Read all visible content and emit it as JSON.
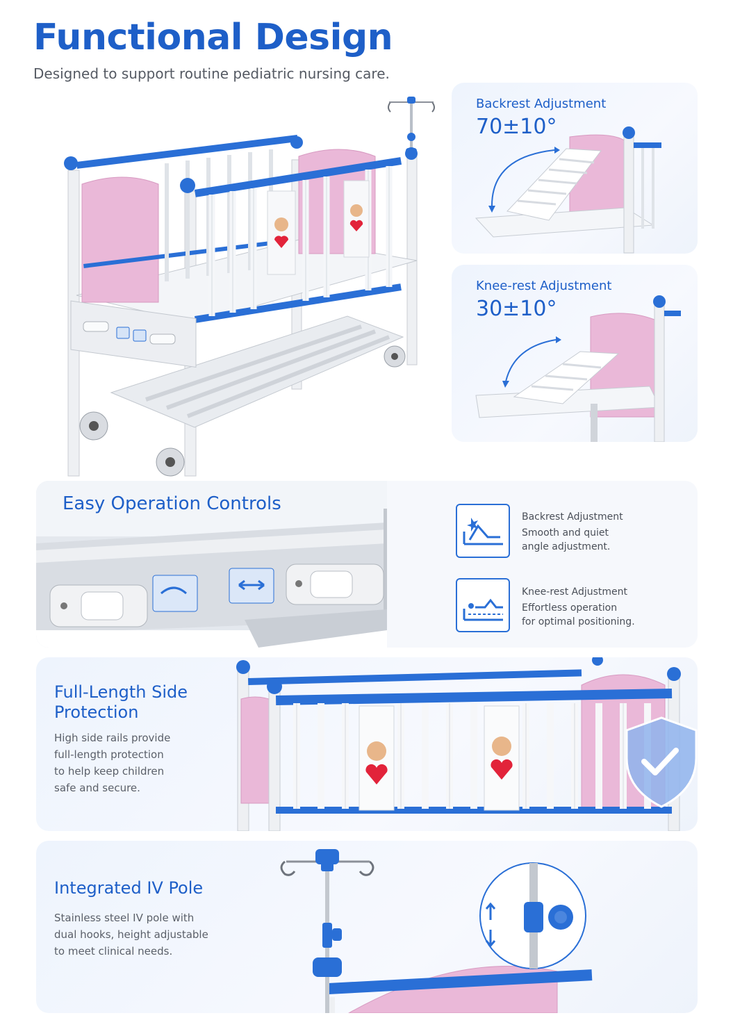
{
  "header": {
    "title": "Functional Design",
    "subtitle": "Designed to support routine pediatric nursing care."
  },
  "backrest_card": {
    "label": "Backrest Adjustment",
    "value": "70±10°"
  },
  "kneerest_card": {
    "label": "Knee-rest Adjustment",
    "value": "30±10°"
  },
  "controls": {
    "title": "Easy Operation Controls",
    "items": [
      {
        "title": "Backrest Adjustment",
        "line1": "Smooth and quiet",
        "line2": "angle adjustment."
      },
      {
        "title": "Knee-rest Adjustment",
        "line1": "Effortless operation",
        "line2": "for optimal positioning."
      }
    ]
  },
  "side_protection": {
    "title_line1": "Full-Length Side",
    "title_line2": "Protection",
    "lines": [
      "High side rails provide",
      "full-length protection",
      "to help keep children",
      "safe and secure."
    ]
  },
  "iv_pole": {
    "title": "Integrated IV Pole",
    "lines": [
      "Stainless steel IV pole with",
      "dual hooks, height adjustable",
      "to meet clinical needs."
    ]
  },
  "colors": {
    "accent_blue": "#1e5fc8",
    "rail_blue": "#2a6fd6",
    "panel_pink": "#eab8d8",
    "card_bg": "#eef4fd"
  }
}
